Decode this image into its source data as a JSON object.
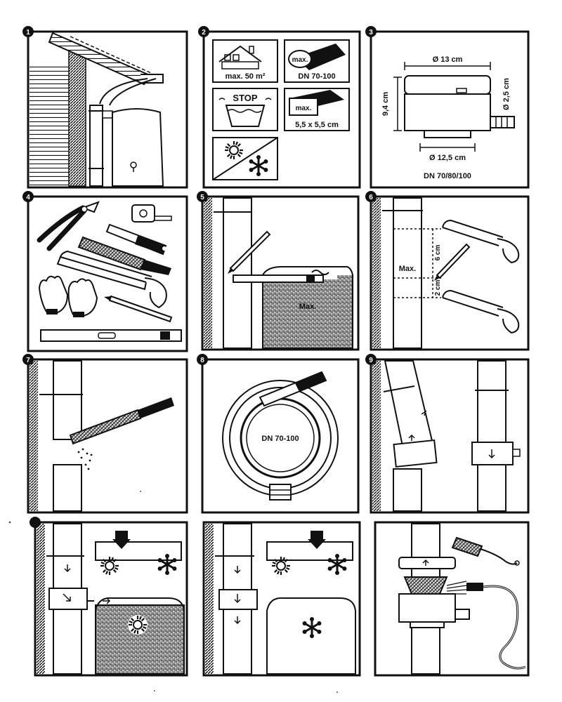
{
  "panels": [
    {
      "number": "1"
    },
    {
      "number": "2",
      "labels": {
        "roof_area": "max. 50 m²",
        "dn_badge": "max.",
        "dn_range": "DN 70-100",
        "stop": "STOP",
        "square_badge": "max.",
        "square_size": "5,5 x 5,5 cm"
      }
    },
    {
      "number": "3",
      "labels": {
        "width_top": "Ø 13 cm",
        "height": "9,4 cm",
        "outlet": "Ø 2,5 cm",
        "width_bottom": "Ø 12,5 cm",
        "dn_sizes": "DN 70/80/100"
      }
    },
    {
      "number": "4"
    },
    {
      "number": "5",
      "labels": {
        "max": "Max."
      }
    },
    {
      "number": "6",
      "labels": {
        "max": "Max.",
        "dim_6cm": "6 cm",
        "dim_2cm": "2 cm"
      }
    },
    {
      "number": "7"
    },
    {
      "number": "8",
      "labels": {
        "dn_range": "DN 70-100"
      }
    },
    {
      "number": "9"
    },
    {
      "number": ""
    },
    {
      "number": ""
    },
    {
      "number": ""
    }
  ],
  "colors": {
    "ink": "#111111",
    "paper": "#ffffff",
    "hatch": "#9a9a9a"
  }
}
